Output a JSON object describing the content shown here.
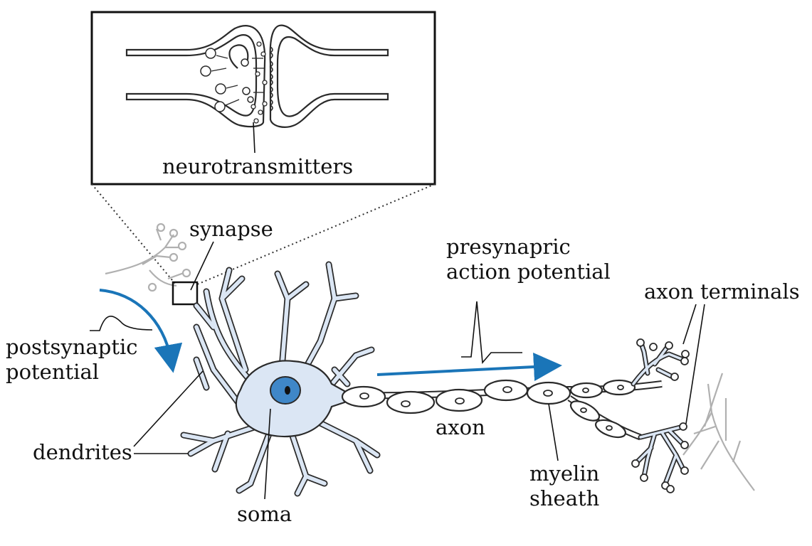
{
  "labels": {
    "neurotransmitters": "neurotransmitters",
    "synapse": "synapse",
    "presynaptic_line1": "presynapric",
    "presynaptic_line2": "action potential",
    "axon_terminals": "axon terminals",
    "postsynaptic_line1": "postsynaptic",
    "postsynaptic_line2": "potential",
    "dendrites": "dendrites",
    "soma": "soma",
    "axon": "axon",
    "myelin_line1": "myelin",
    "myelin_line2": "sheath"
  },
  "colors": {
    "cell_fill": "#dbe6f4",
    "nucleus": "#3f87c8",
    "arrow": "#1a75b8",
    "ghost": "#b0b0b0"
  }
}
